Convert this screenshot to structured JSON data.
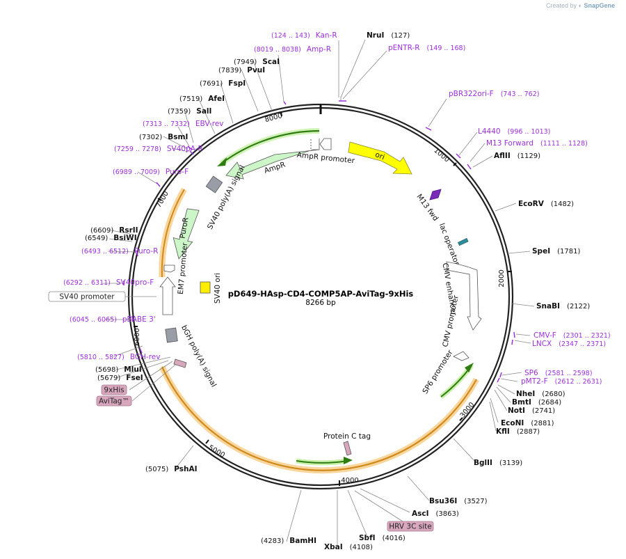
{
  "credit": {
    "prefix": "Created by",
    "brand": "SnapGene"
  },
  "plasmid": {
    "name": "pD649-HAsp-CD4-COMP5AP-AviTag-9xHis",
    "length_text": "8266 bp",
    "length": 8266
  },
  "tick_labels": [
    "1000",
    "2000",
    "3000",
    "4000",
    "5000",
    "6000",
    "7000",
    "8000"
  ],
  "sites": [
    {
      "name": "NruI",
      "pos": "(127)",
      "bp": 127
    },
    {
      "name": "AflII",
      "pos": "(1129)",
      "bp": 1129
    },
    {
      "name": "EcoRV",
      "pos": "(1482)",
      "bp": 1482
    },
    {
      "name": "SpeI",
      "pos": "(1781)",
      "bp": 1781
    },
    {
      "name": "SnaBI",
      "pos": "(2122)",
      "bp": 2122
    },
    {
      "name": "NheI",
      "pos": "(2680)",
      "bp": 2680
    },
    {
      "name": "BmtI",
      "pos": "(2684)",
      "bp": 2684
    },
    {
      "name": "NotI",
      "pos": "(2741)",
      "bp": 2741
    },
    {
      "name": "EcoNI",
      "pos": "(2881)",
      "bp": 2881
    },
    {
      "name": "KflI",
      "pos": "(2887)",
      "bp": 2887
    },
    {
      "name": "BglII",
      "pos": "(3139)",
      "bp": 3139
    },
    {
      "name": "Bsu36I",
      "pos": "(3527)",
      "bp": 3527
    },
    {
      "name": "AscI",
      "pos": "(3863)",
      "bp": 3863
    },
    {
      "name": "SbfI",
      "pos": "(4016)",
      "bp": 4016
    },
    {
      "name": "XbaI",
      "pos": "(4108)",
      "bp": 4108
    },
    {
      "name": "BamHI",
      "pos": "(4283)",
      "bp": 4283
    },
    {
      "name": "PshAI",
      "pos": "(5075)",
      "bp": 5075
    },
    {
      "name": "FseI",
      "pos": "(5679)",
      "bp": 5679
    },
    {
      "name": "MluI",
      "pos": "(5698)",
      "bp": 5698
    },
    {
      "name": "BsiWI",
      "pos": "(6549)",
      "bp": 6549
    },
    {
      "name": "RsrII",
      "pos": "(6609)",
      "bp": 6609
    },
    {
      "name": "BsmI",
      "pos": "(7302)",
      "bp": 7302
    },
    {
      "name": "SalI",
      "pos": "(7359)",
      "bp": 7359
    },
    {
      "name": "AfeI",
      "pos": "(7519)",
      "bp": 7519
    },
    {
      "name": "FspI",
      "pos": "(7691)",
      "bp": 7691
    },
    {
      "name": "PvuI",
      "pos": "(7839)",
      "bp": 7839
    },
    {
      "name": "ScaI",
      "pos": "(7949)",
      "bp": 7949
    }
  ],
  "primers": [
    {
      "name": "Kan-R",
      "range": "(124 .. 143)",
      "bp": 133
    },
    {
      "name": "pENTR-R",
      "range": "(149 .. 168)",
      "bp": 158
    },
    {
      "name": "pBR322ori-F",
      "range": "(743 .. 762)",
      "bp": 752
    },
    {
      "name": "L4440",
      "range": "(996 .. 1013)",
      "bp": 1004
    },
    {
      "name": "M13 Forward",
      "range": "(1111 .. 1128)",
      "bp": 1119
    },
    {
      "name": "CMV-F",
      "range": "(2301 .. 2321)",
      "bp": 2311
    },
    {
      "name": "LNCX",
      "range": "(2347 .. 2371)",
      "bp": 2359
    },
    {
      "name": "SP6",
      "range": "(2581 .. 2598)",
      "bp": 2589
    },
    {
      "name": "pMT2-F",
      "range": "(2612 .. 2631)",
      "bp": 2621
    },
    {
      "name": "BGH-rev",
      "range": "(5810 .. 5827)",
      "bp": 5818
    },
    {
      "name": "pBABE 3'",
      "range": "(6045 .. 6065)",
      "bp": 6055
    },
    {
      "name": "SV40pro-F",
      "range": "(6292 .. 6311)",
      "bp": 6301
    },
    {
      "name": "Puro-R",
      "range": "(6493 .. 6512)",
      "bp": 6502
    },
    {
      "name": "Puro-F",
      "range": "(6989 .. 7009)",
      "bp": 6999
    },
    {
      "name": "SV40pA-R",
      "range": "(7259 .. 7278)",
      "bp": 7268
    },
    {
      "name": "EBV-rev",
      "range": "(7313 .. 7332)",
      "bp": 7322
    },
    {
      "name": "Amp-R",
      "range": "(8019 .. 8038)",
      "bp": 8028
    }
  ],
  "boxed_labels": [
    {
      "name": "SV40 promoter"
    },
    {
      "name": "9xHis"
    },
    {
      "name": "AviTag™"
    },
    {
      "name": "HRV 3C site"
    }
  ],
  "features": [
    {
      "name": "ori"
    },
    {
      "name": "AmpR"
    },
    {
      "name": "AmpR promoter"
    },
    {
      "name": "M13 fwd"
    },
    {
      "name": "lac operator"
    },
    {
      "name": "CMV enhancer"
    },
    {
      "name": "CMV promoter"
    },
    {
      "name": "SP6 promoter"
    },
    {
      "name": "Protein C tag"
    },
    {
      "name": "bGH poly(A) signal"
    },
    {
      "name": "SV40 ori"
    },
    {
      "name": "EM7 promoter"
    },
    {
      "name": "PuroR"
    },
    {
      "name": "SV40 poly(A) signal"
    }
  ],
  "colors": {
    "backbone": "#222222",
    "ori": "#ffff00",
    "resistance": "#ccf5c8",
    "promoter": "#ffffff",
    "terminator": "#999ea6",
    "primer": "#9b30d9",
    "lac_operator": "#2e8b9a",
    "tag": "#d8a7be",
    "orf_highlight": "#f7c87c",
    "orf_arrow": "#49a61f"
  }
}
